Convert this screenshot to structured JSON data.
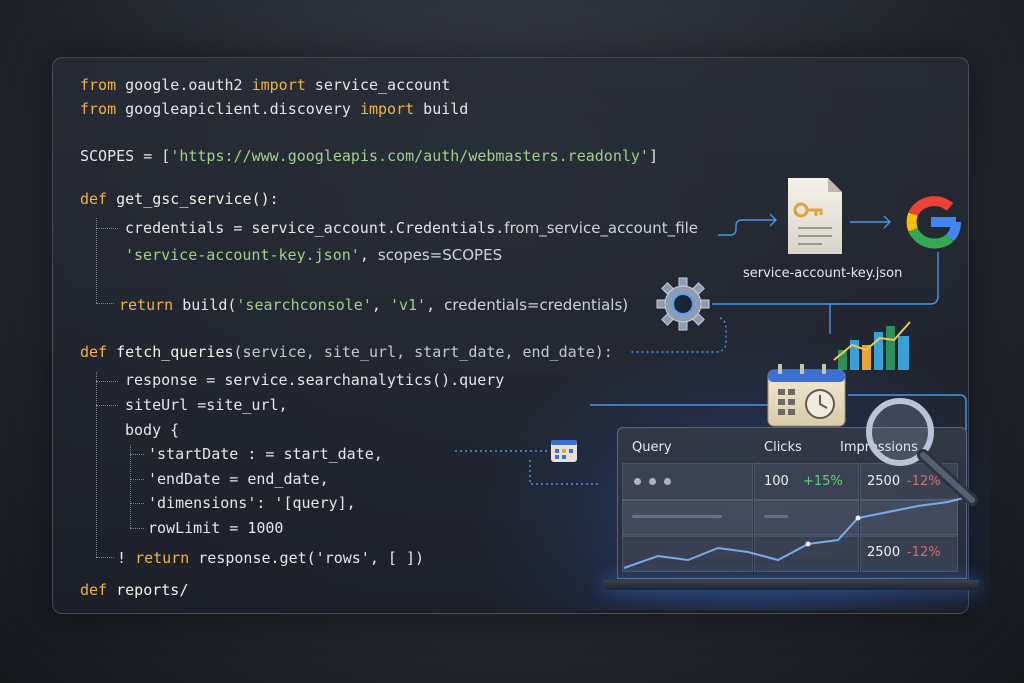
{
  "code": {
    "l1": {
      "kw1": "from",
      "mod": " google.oauth2 ",
      "kw2": "import",
      "name": " service_account"
    },
    "l2": {
      "kw1": "from",
      "mod": " googleapiclient.discovery ",
      "kw2": "import",
      "name": " build"
    },
    "l3": {
      "var": "SCOPES = [",
      "str": "'https://www.googleapis.com/auth/webmasters.readonly'",
      "end": "]"
    },
    "l4": {
      "kw": "def",
      "name": " get_gsc_service():"
    },
    "l5": {
      "a": "credentials = service_account.Credentials.",
      "b": "from_service_account_file"
    },
    "l6": {
      "str": "'service-account-key.json'",
      "a": ", ",
      "b": "scopes=SCOPES"
    },
    "l7": {
      "kw": "return",
      "a": " build(",
      "s1": "'searchconsole'",
      "c": ", ",
      "s2": "'v1'",
      "d": ", ",
      "b": "credentials=credentials)"
    },
    "l8": {
      "kw": "def",
      "name": " fetch_queries",
      "args": "(service, site_url, start_date, end_date):"
    },
    "l9": "response = service.searchanalytics().query",
    "l10": "siteUrl =site_url,",
    "l11": "body {",
    "l12": "'startDate : = start_date,",
    "l13": "'endDate = end_date,",
    "l14": "'dimensions': '[query],",
    "l15": "rowLimit = 1000",
    "l16": {
      "pre": "! ",
      "kw": "return",
      "a": " response.get('rows', [ ])"
    },
    "l17": {
      "kw": "def",
      "name": " reports/"
    }
  },
  "flow": {
    "file_caption": "service-account-key.json",
    "icons": [
      "key-file-icon",
      "google-logo-icon",
      "gear-icon",
      "bar-chart-icon",
      "calendar-clock-icon",
      "magnifier-icon",
      "mini-calendar-icon"
    ]
  },
  "table": {
    "headers": [
      "Query",
      "Clicks",
      "Impressions"
    ],
    "rows": [
      {
        "clicks": "100",
        "clicks_delta": "+15%",
        "impressions": "2500",
        "impressions_delta": "-12%"
      },
      {
        "clicks": "",
        "clicks_delta": "",
        "impressions": "",
        "impressions_delta": ""
      },
      {
        "clicks": "",
        "clicks_delta": "",
        "impressions": "2500",
        "impressions_delta": "-12%"
      }
    ]
  },
  "colors": {
    "keyword": "#f0b24a",
    "string": "#9fd08a",
    "accent_blue": "#4da3ff",
    "positive": "#5fd07a",
    "negative": "#d07070"
  }
}
